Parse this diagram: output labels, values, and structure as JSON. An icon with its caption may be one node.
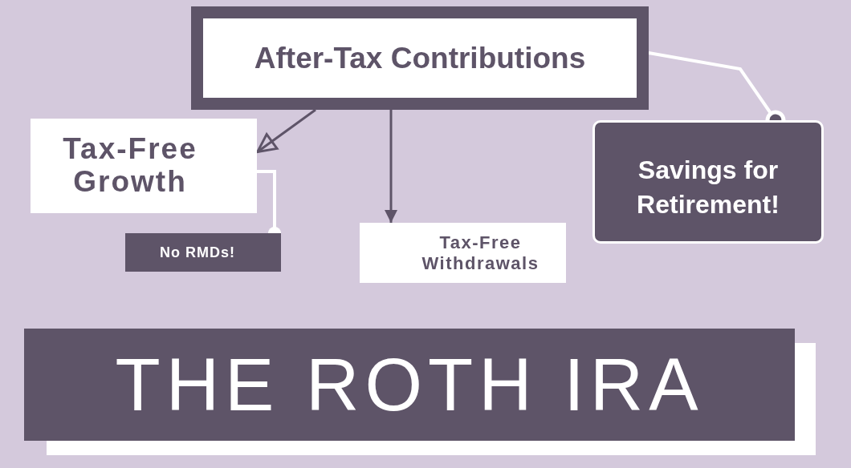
{
  "diagram": {
    "title": "THE ROTH IRA",
    "nodes": [
      {
        "text": [
          "After-Tax Contributions"
        ]
      },
      {
        "text": [
          "Tax-Free Growth"
        ]
      },
      {
        "text": [
          "No RMDs!"
        ]
      },
      {
        "text": [
          "Tax-Free Withdrawals"
        ]
      },
      {
        "text": [
          "Savings for Retirement!"
        ]
      }
    ],
    "edges": [
      {
        "from": 0,
        "to": 1,
        "arrow": "to"
      },
      {
        "from": 0,
        "to": 3,
        "arrow": "to"
      },
      {
        "from": 1,
        "to": 2,
        "arrow": "other",
        "color": "#ffffff"
      },
      {
        "from": 0,
        "to": 4,
        "arrow": "other",
        "color": "#ffffff"
      }
    ]
  }
}
